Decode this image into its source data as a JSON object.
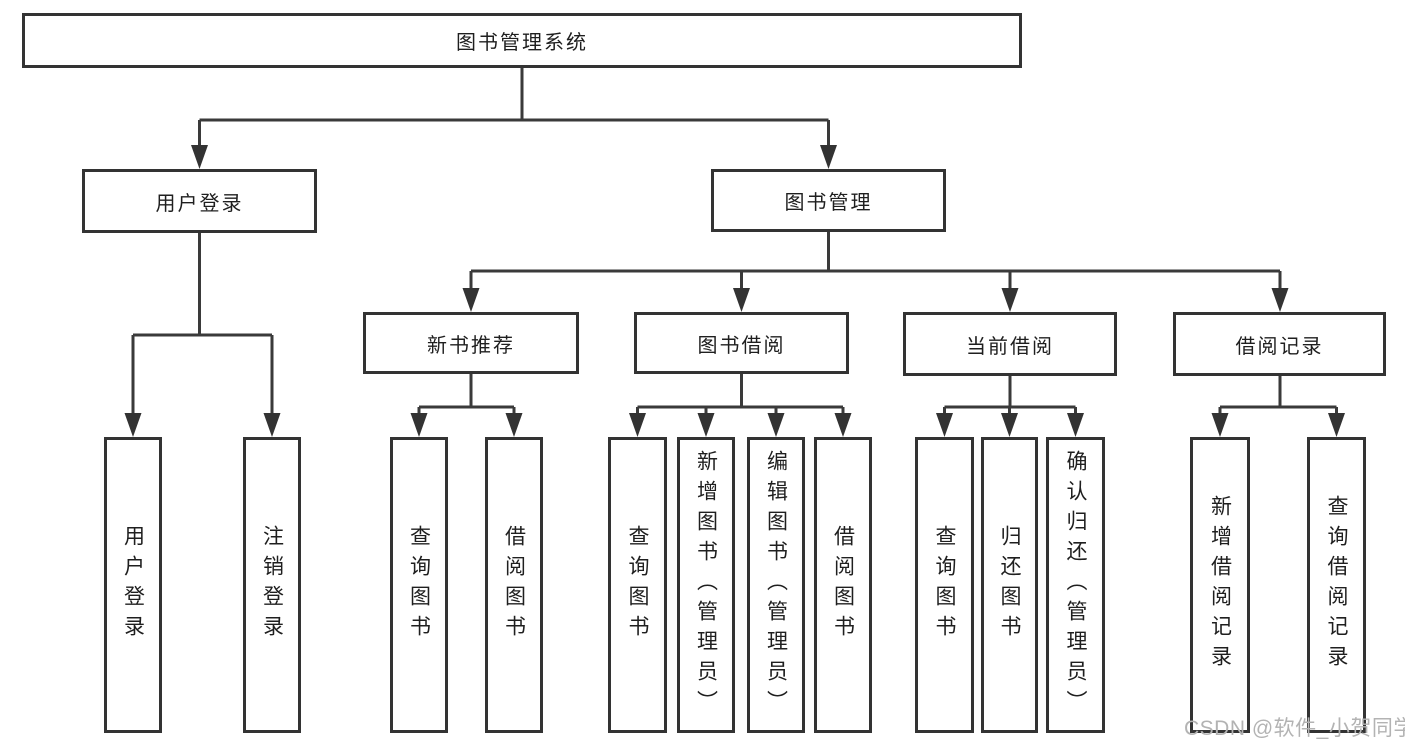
{
  "diagram": {
    "type": "tree",
    "title": "图书管理系统"
  },
  "tree": {
    "label": "图书管理系统",
    "children": [
      {
        "label": "用户登录",
        "children": [
          {
            "label": "用户登录"
          },
          {
            "label": "注销登录"
          }
        ]
      },
      {
        "label": "图书管理",
        "children": [
          {
            "label": "新书推荐",
            "children": [
              {
                "label": "查询图书"
              },
              {
                "label": "借阅图书"
              }
            ]
          },
          {
            "label": "图书借阅",
            "children": [
              {
                "label": "查询图书"
              },
              {
                "label": "新增图书（管理员）"
              },
              {
                "label": "编辑图书（管理员）"
              },
              {
                "label": "借阅图书"
              }
            ]
          },
          {
            "label": "当前借阅",
            "children": [
              {
                "label": "查询图书"
              },
              {
                "label": "归还图书"
              },
              {
                "label": "确认归还（管理员）"
              }
            ]
          },
          {
            "label": "借阅记录",
            "children": [
              {
                "label": "新增借阅记录"
              },
              {
                "label": "查询借阅记录"
              }
            ]
          }
        ]
      }
    ]
  },
  "watermark": {
    "text": "CSDN @软件_小贺同学"
  },
  "colors": {
    "box_border": "#333333",
    "connector_line": "#3a3a3a",
    "arrowhead": "#333333",
    "text": "#1f1f1f",
    "watermark": "#b3b3b3",
    "background": "#ffffff"
  }
}
